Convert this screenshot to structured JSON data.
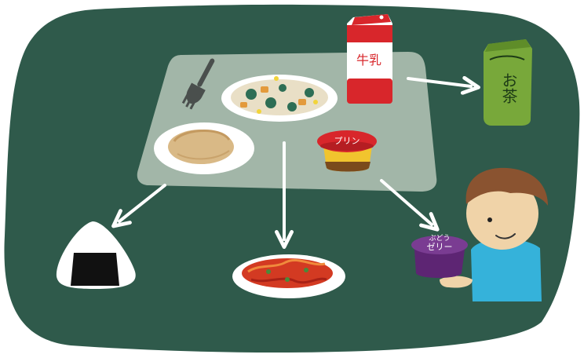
{
  "labels": {
    "milk_carton": "牛乳",
    "tea_carton": "お茶",
    "pudding": "プリン",
    "grape_jelly_line1": "ぶどう",
    "grape_jelly_line2": "ゼリー"
  },
  "colors": {
    "table_green": "#2f5a4b",
    "tray": "#a9bcad",
    "milk_red": "#d8262b",
    "tea_green": "#78a83a",
    "arrow": "#ffffff",
    "jelly_purple": "#7a3c92",
    "shirt_blue": "#35b2da",
    "hair_brown": "#8a5330"
  },
  "icons": [
    "fork-icon",
    "soup-bowl-icon",
    "bread-plate-icon",
    "pudding-cup-icon",
    "milk-carton-icon",
    "tea-carton-icon",
    "onigiri-icon",
    "spaghetti-plate-icon",
    "grape-jelly-cup-icon",
    "child-icon"
  ]
}
